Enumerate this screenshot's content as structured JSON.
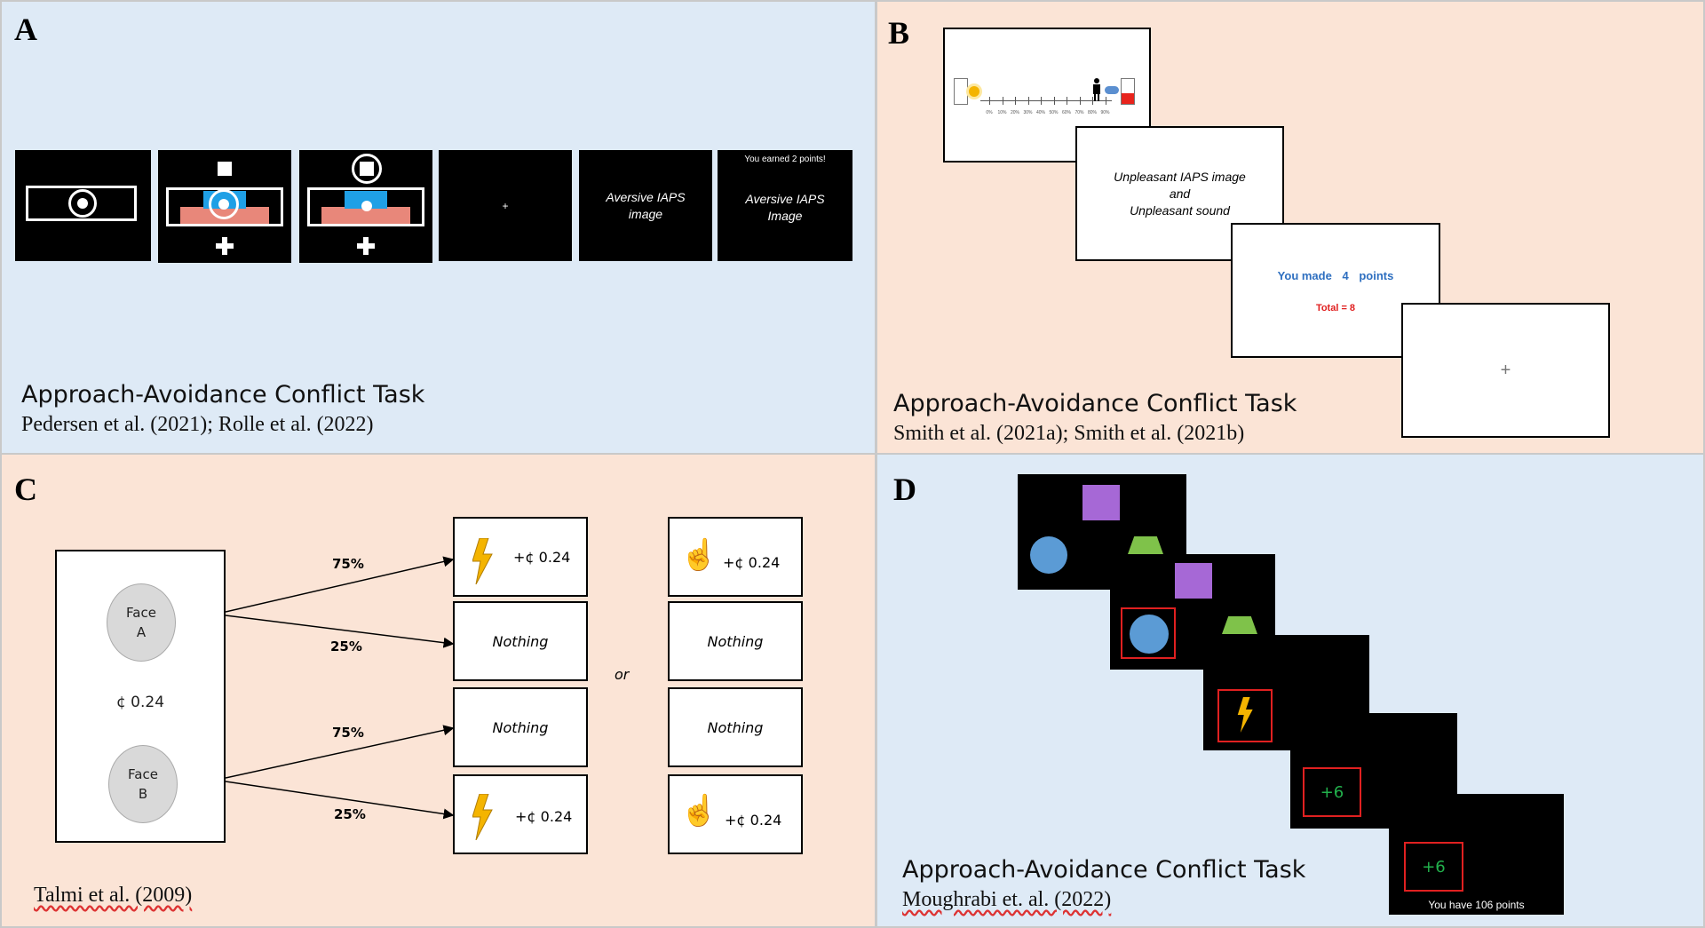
{
  "panel_a": {
    "letter": "A",
    "task_title": "Approach-Avoidance Conflict Task",
    "citation": "Pedersen et al. (2021); Rolle et al. (2022)",
    "fixation": "+",
    "screen5_text": "Aversive IAPS image",
    "screen6_header": "You earned 2 points!",
    "screen6_text": "Aversive IAPS Image"
  },
  "panel_b": {
    "letter": "B",
    "task_title": "Approach-Avoidance Conflict Task",
    "citation": "Smith et al. (2021a); Smith et al. (2021b)",
    "scale_ticks": [
      "0%",
      "10%",
      "20%",
      "30%",
      "40%",
      "50%",
      "60%",
      "70%",
      "80%",
      "90%"
    ],
    "card2_line1": "Unpleasant IAPS image",
    "card2_line2": "and",
    "card2_line3": "Unpleasant sound",
    "card3_prefix": "You made",
    "card3_points": "4",
    "card3_suffix": "points",
    "card3_total": "Total = 8",
    "card4_text": "+",
    "colors": {
      "points_blue": "#2e6fc0",
      "total_red": "#e02020"
    }
  },
  "panel_c": {
    "letter": "C",
    "citation": "Talmi et al. (2009)",
    "face_a_line1": "Face",
    "face_a_line2": "A",
    "face_b_line1": "Face",
    "face_b_line2": "B",
    "reward": "¢ 0.24",
    "pct_a_top": "75%",
    "pct_a_bottom": "25%",
    "pct_b_top": "75%",
    "pct_b_bottom": "25%",
    "or_label": "or",
    "outcomes_left": [
      "+¢ 0.24",
      "Nothing",
      "Nothing",
      "+¢ 0.24"
    ],
    "outcomes_right": [
      "+¢ 0.24",
      "Nothing",
      "Nothing",
      "+¢ 0.24"
    ],
    "icons": {
      "left": "lightning-icon",
      "right": "pointing-hand-icon"
    }
  },
  "panel_d": {
    "letter": "D",
    "task_title": "Approach-Avoidance Conflict Task",
    "citation": "Moughrabi et. al. (2022)",
    "screen4_value": "+6",
    "screen5_value": "+6",
    "screen5_footer": "You have 106 points",
    "colors": {
      "square": "#a668d6",
      "circle": "#5b9bd5",
      "trapezoid": "#7fc24a",
      "frame": "#e02020",
      "value": "#22b14c"
    }
  }
}
